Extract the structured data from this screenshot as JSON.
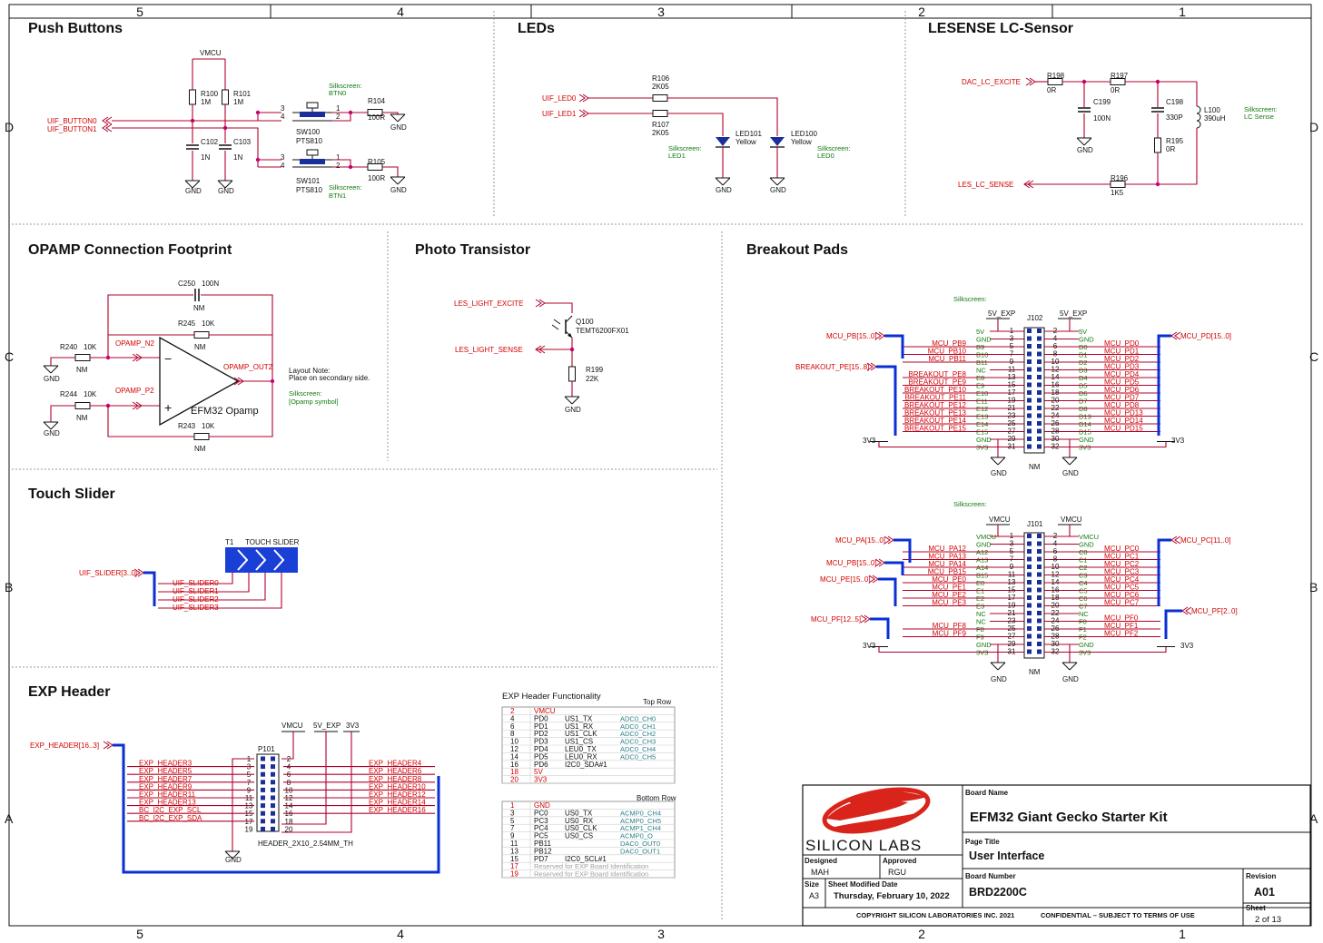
{
  "zones": {
    "top": [
      "5",
      "4",
      "3",
      "2",
      "1"
    ],
    "side": [
      "D",
      "C",
      "B",
      "A"
    ]
  },
  "sections": {
    "push_buttons": "Push Buttons",
    "leds": "LEDs",
    "lesense": "LESENSE LC-Sensor",
    "opamp": "OPAMP Connection Footprint",
    "photo": "Photo Transistor",
    "breakout": "Breakout Pads",
    "touch": "Touch Slider",
    "exp": "EXP Header"
  },
  "push_buttons": {
    "vmcu": "VMCU",
    "net_btn0": "UIF_BUTTON0",
    "net_btn1": "UIF_BUTTON1",
    "r100": "R100",
    "r100_v": "1M",
    "r101": "R101",
    "r101_v": "1M",
    "c102": "C102",
    "c102_v": "1N",
    "c103": "C103",
    "c103_v": "1N",
    "sw100": "SW100",
    "sw100_v": "PTS810",
    "sw101": "SW101",
    "sw101_v": "PTS810",
    "silk": "Silkscreen:",
    "btn0": "BTN0",
    "btn1": "BTN1",
    "r104": "R104",
    "r104_v": "100R",
    "r105": "R105",
    "r105_v": "100R",
    "gnd": "GND",
    "p1": "1",
    "p2": "2",
    "p3": "3",
    "p4": "4"
  },
  "leds": {
    "net0": "UIF_LED0",
    "net1": "UIF_LED1",
    "r106": "R106",
    "r106_v": "2K05",
    "r107": "R107",
    "r107_v": "2K05",
    "led101": "LED101",
    "led100": "LED100",
    "color": "Yellow",
    "silk": "Silkscreen:",
    "s1": "LED1",
    "s0": "LED0",
    "gnd": "GND"
  },
  "lesense": {
    "excite": "DAC_LC_EXCITE",
    "sense": "LES_LC_SENSE",
    "r198": "R198",
    "r198_v": "0R",
    "r197": "R197",
    "r197_v": "0R",
    "c199": "C199",
    "c199_v": "100N",
    "c198": "C198",
    "c198_v": "330P",
    "r195": "R195",
    "r195_v": "0R",
    "l100": "L100",
    "l100_v": "390uH",
    "r196": "R196",
    "r196_v": "1K5",
    "silk": "Silkscreen:",
    "silk_v": "LC Sense",
    "gnd": "GND"
  },
  "opamp": {
    "c250": "C250",
    "c250_v": "100N",
    "nm": "NM",
    "r245": "R245",
    "r245_v": "10K",
    "r240": "R240",
    "r240_v": "10K",
    "r244": "R244",
    "r244_v": "10K",
    "r243": "R243",
    "r243_v": "10K",
    "n2": "OPAMP_N2",
    "p2": "OPAMP_P2",
    "out2": "OPAMP_OUT2",
    "name": "EFM32 Opamp",
    "note1": "Layout Note:",
    "note2": "Place on secondary side.",
    "silk": "Silkscreen:",
    "silk_v": "[Opamp symbol]",
    "gnd": "GND"
  },
  "photo": {
    "excite": "LES_LIGHT_EXCITE",
    "sense": "LES_LIGHT_SENSE",
    "q100": "Q100",
    "q100_v": "TEMT6200FX01",
    "r199": "R199",
    "r199_v": "22K",
    "gnd": "GND"
  },
  "touch": {
    "t1": "T1",
    "name": "TOUCH SLIDER",
    "bus": "UIF_SLIDER[3..0]",
    "nets": [
      "UIF_SLIDER0",
      "UIF_SLIDER1",
      "UIF_SLIDER2",
      "UIF_SLIDER3"
    ]
  },
  "breakout": {
    "silk": "Silkscreen:",
    "j102": {
      "ref": "J102",
      "p5v_l": "5V_EXP",
      "p5v_r": "5V_EXP",
      "nm": "NM",
      "bus_left1": "MCU_PB[15..0]",
      "bus_left2": "BREAKOUT_PE[15..8]",
      "bus_right": "MCU_PD[15..0]",
      "v3_l": "3V3",
      "v3_r": "3V3",
      "gnd": "GND",
      "rows": [
        {
          "ln": "",
          "ls": "5V",
          "lp": "1",
          "rp": "2",
          "rs": "5V",
          "rn": ""
        },
        {
          "ln": "",
          "ls": "GND",
          "lp": "3",
          "rp": "4",
          "rs": "GND",
          "rn": ""
        },
        {
          "ln": "MCU_PB9",
          "ls": "B9",
          "lp": "5",
          "rp": "6",
          "rs": "D0",
          "rn": "MCU_PD0"
        },
        {
          "ln": "MCU_PB10",
          "ls": "B10",
          "lp": "7",
          "rp": "8",
          "rs": "D1",
          "rn": "MCU_PD1"
        },
        {
          "ln": "MCU_PB11",
          "ls": "B11",
          "lp": "9",
          "rp": "10",
          "rs": "D2",
          "rn": "MCU_PD2"
        },
        {
          "ln": "",
          "ls": "NC",
          "lp": "11",
          "rp": "12",
          "rs": "D3",
          "rn": "MCU_PD3"
        },
        {
          "ln": "BREAKOUT_PE8",
          "ls": "E8",
          "lp": "13",
          "rp": "14",
          "rs": "D4",
          "rn": "MCU_PD4"
        },
        {
          "ln": "BREAKOUT_PE9",
          "ls": "E9",
          "lp": "15",
          "rp": "16",
          "rs": "D5",
          "rn": "MCU_PD5"
        },
        {
          "ln": "BREAKOUT_PE10",
          "ls": "E10",
          "lp": "17",
          "rp": "18",
          "rs": "D6",
          "rn": "MCU_PD6"
        },
        {
          "ln": "BREAKOUT_PE11",
          "ls": "E11",
          "lp": "19",
          "rp": "20",
          "rs": "D7",
          "rn": "MCU_PD7"
        },
        {
          "ln": "BREAKOUT_PE12",
          "ls": "E12",
          "lp": "21",
          "rp": "22",
          "rs": "D8",
          "rn": "MCU_PD8"
        },
        {
          "ln": "BREAKOUT_PE13",
          "ls": "E13",
          "lp": "23",
          "rp": "24",
          "rs": "D13",
          "rn": "MCU_PD13"
        },
        {
          "ln": "BREAKOUT_PE14",
          "ls": "E14",
          "lp": "25",
          "rp": "26",
          "rs": "D14",
          "rn": "MCU_PD14"
        },
        {
          "ln": "BREAKOUT_PE15",
          "ls": "E15",
          "lp": "27",
          "rp": "28",
          "rs": "D15",
          "rn": "MCU_PD15"
        },
        {
          "ln": "",
          "ls": "GND",
          "lp": "29",
          "rp": "30",
          "rs": "GND",
          "rn": ""
        },
        {
          "ln": "",
          "ls": "3V3",
          "lp": "31",
          "rp": "32",
          "rs": "3V3",
          "rn": ""
        }
      ]
    },
    "j101": {
      "ref": "J101",
      "p5v_l": "VMCU",
      "p5v_r": "VMCU",
      "nm": "NM",
      "bus_left1": "MCU_PA[15..0]",
      "bus_left2": "MCU_PB[15..0]",
      "bus_left3": "MCU_PE[15..0]",
      "bus_left4": "MCU_PF[12..5]",
      "bus_right": "MCU_PC[11..0]",
      "bus_right2": "MCU_PF[2..0]",
      "v3_l": "3V3",
      "v3_r": "3V3",
      "gnd": "GND",
      "rows": [
        {
          "ln": "",
          "ls": "VMCU",
          "lp": "1",
          "rp": "2",
          "rs": "VMCU",
          "rn": ""
        },
        {
          "ln": "",
          "ls": "GND",
          "lp": "3",
          "rp": "4",
          "rs": "GND",
          "rn": ""
        },
        {
          "ln": "MCU_PA12",
          "ls": "A12",
          "lp": "5",
          "rp": "6",
          "rs": "C0",
          "rn": "MCU_PC0"
        },
        {
          "ln": "MCU_PA13",
          "ls": "A13",
          "lp": "7",
          "rp": "8",
          "rs": "C1",
          "rn": "MCU_PC1"
        },
        {
          "ln": "MCU_PA14",
          "ls": "A14",
          "lp": "9",
          "rp": "10",
          "rs": "C2",
          "rn": "MCU_PC2"
        },
        {
          "ln": "MCU_PB15",
          "ls": "B15",
          "lp": "11",
          "rp": "12",
          "rs": "C3",
          "rn": "MCU_PC3"
        },
        {
          "ln": "MCU_PE0",
          "ls": "E0",
          "lp": "13",
          "rp": "14",
          "rs": "C4",
          "rn": "MCU_PC4"
        },
        {
          "ln": "MCU_PE1",
          "ls": "E1",
          "lp": "15",
          "rp": "16",
          "rs": "C5",
          "rn": "MCU_PC5"
        },
        {
          "ln": "MCU_PE2",
          "ls": "E2",
          "lp": "17",
          "rp": "18",
          "rs": "C6",
          "rn": "MCU_PC6"
        },
        {
          "ln": "MCU_PE3",
          "ls": "E3",
          "lp": "19",
          "rp": "20",
          "rs": "C7",
          "rn": "MCU_PC7"
        },
        {
          "ln": "",
          "ls": "NC",
          "lp": "21",
          "rp": "22",
          "rs": "NC",
          "rn": ""
        },
        {
          "ln": "",
          "ls": "NC",
          "lp": "23",
          "rp": "24",
          "rs": "F0",
          "rn": "MCU_PF0"
        },
        {
          "ln": "MCU_PF8",
          "ls": "F8",
          "lp": "25",
          "rp": "26",
          "rs": "F1",
          "rn": "MCU_PF1"
        },
        {
          "ln": "MCU_PF9",
          "ls": "F9",
          "lp": "27",
          "rp": "28",
          "rs": "F2",
          "rn": "MCU_PF2"
        },
        {
          "ln": "",
          "ls": "GND",
          "lp": "29",
          "rp": "30",
          "rs": "GND",
          "rn": ""
        },
        {
          "ln": "",
          "ls": "3V3",
          "lp": "31",
          "rp": "32",
          "rs": "3V3",
          "rn": ""
        }
      ]
    }
  },
  "exp": {
    "bus": "EXP_HEADER[16..3]",
    "ref": "P101",
    "part": "HEADER_2X10_2.54MM_TH",
    "vmcu": "VMCU",
    "v5": "5V_EXP",
    "v33": "3V3",
    "gnd": "GND",
    "left_nets": [
      "EXP_HEADER3",
      "EXP_HEADER5",
      "EXP_HEADER7",
      "EXP_HEADER9",
      "EXP_HEADER11",
      "EXP_HEADER13",
      "BC_I2C_EXP_SCL",
      "BC_I2C_EXP_SDA"
    ],
    "right_nets": [
      "EXP_HEADER4",
      "EXP_HEADER6",
      "EXP_HEADER8",
      "EXP_HEADER10",
      "EXP_HEADER12",
      "EXP_HEADER14",
      "EXP_HEADER16"
    ],
    "left_pins": [
      "1",
      "3",
      "5",
      "7",
      "9",
      "11",
      "13",
      "15",
      "17",
      "19"
    ],
    "right_pins": [
      "2",
      "4",
      "6",
      "8",
      "10",
      "12",
      "14",
      "16",
      "18",
      "20"
    ]
  },
  "exp_table": {
    "title": "EXP Header Functionality",
    "top_label": "Top Row",
    "top": [
      [
        "2",
        "VMCU",
        "",
        ""
      ],
      [
        "4",
        "PD0",
        "US1_TX",
        "ADC0_CH0"
      ],
      [
        "6",
        "PD1",
        "US1_RX",
        "ADC0_CH1"
      ],
      [
        "8",
        "PD2",
        "US1_CLK",
        "ADC0_CH2"
      ],
      [
        "10",
        "PD3",
        "US1_CS",
        "ADC0_CH3"
      ],
      [
        "12",
        "PD4",
        "LEU0_TX",
        "ADC0_CH4"
      ],
      [
        "14",
        "PD5",
        "LEU0_RX",
        "ADC0_CH5"
      ],
      [
        "16",
        "PD6",
        "I2C0_SDA#1",
        ""
      ],
      [
        "18",
        "5V",
        "",
        ""
      ],
      [
        "20",
        "3V3",
        "",
        ""
      ]
    ],
    "bottom_label": "Bottom Row",
    "bottom": [
      [
        "1",
        "GND",
        "",
        ""
      ],
      [
        "3",
        "PC0",
        "US0_TX",
        "ACMP0_CH4"
      ],
      [
        "5",
        "PC3",
        "US0_RX",
        "ACMP0_CH5"
      ],
      [
        "7",
        "PC4",
        "US0_CLK",
        "ACMP1_CH4"
      ],
      [
        "9",
        "PC5",
        "US0_CS",
        "ACMP0_O"
      ],
      [
        "11",
        "PB11",
        "",
        "DAC0_OUT0"
      ],
      [
        "13",
        "PB12",
        "",
        "DAC0_OUT1"
      ],
      [
        "15",
        "PD7",
        "I2C0_SCL#1",
        ""
      ],
      [
        "17",
        "Reserved for EXP Board Identification",
        "",
        ""
      ],
      [
        "19",
        "Reserved for EXP Board Identification",
        "",
        ""
      ]
    ]
  },
  "title_block": {
    "logo": "SILICON LABS",
    "board_name_label": "Board Name",
    "board_name": "EFM32 Giant Gecko Starter Kit",
    "page_title_label": "Page Title",
    "page_title": "User Interface",
    "designed_label": "Designed",
    "designed": "MAH",
    "approved_label": "Approved",
    "approved": "RGU",
    "board_number_label": "Board Number",
    "board_number": "BRD2200C",
    "revision_label": "Revision",
    "revision": "A01",
    "size_label": "Size",
    "size": "A3",
    "modified_label": "Sheet Modified Date",
    "modified": "Thursday, February 10, 2022",
    "copyright": "COPYRIGHT SILICON LABORATORIES INC. 2021",
    "confidential": "CONFIDENTIAL – SUBJECT TO TERMS OF USE",
    "sheet_label": "Sheet",
    "sheet": "2 of 13"
  },
  "colors": {
    "wire": "#b0002a",
    "net_label": "#d40000",
    "bus": "#0a2fd6",
    "silkscreen": "#117a11",
    "logo_red": "#d9241c"
  }
}
